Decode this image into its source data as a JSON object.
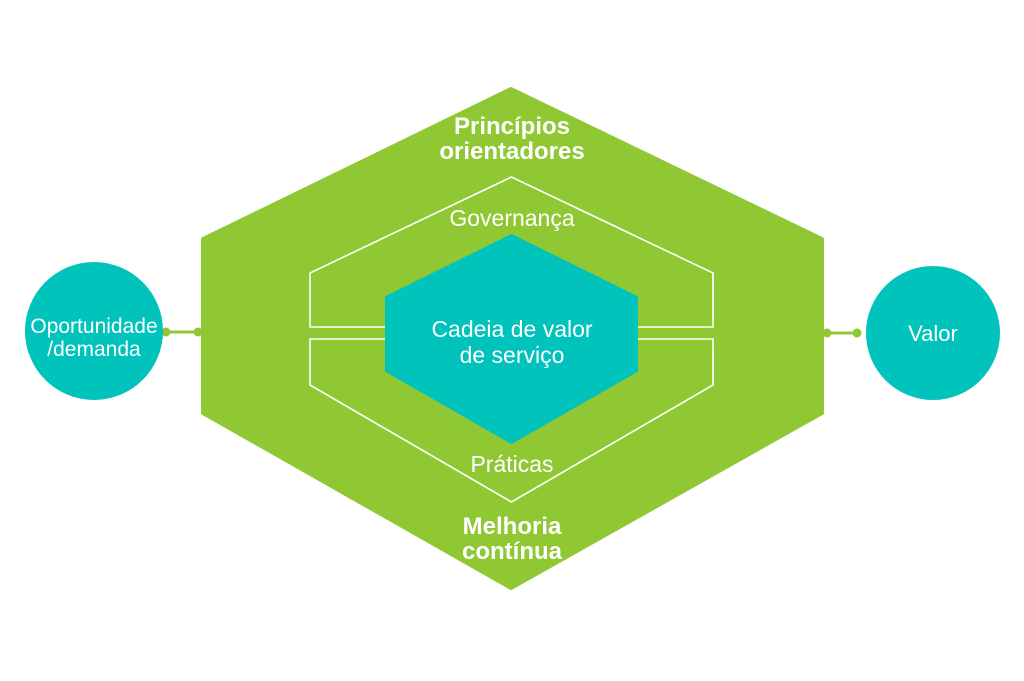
{
  "diagram": {
    "title": "ITIL service value system diagram (pt-BR)"
  },
  "colors": {
    "green": "#8FC832",
    "teal": "#00C3BC",
    "outline": "#ffffff",
    "text": "#ffffff"
  },
  "labels": {
    "guiding_principles": {
      "line1": "Princípios",
      "line2": "orientadores"
    },
    "governance": "Governança",
    "service_value_chain": {
      "line1": "Cadeia de valor",
      "line2": "de serviço"
    },
    "practices": "Práticas",
    "continual_improvement": {
      "line1": "Melhoria",
      "line2": "contínua"
    },
    "opportunity_demand": {
      "line1": "Oportunidade",
      "line2": "/demanda"
    },
    "value": "Valor"
  }
}
